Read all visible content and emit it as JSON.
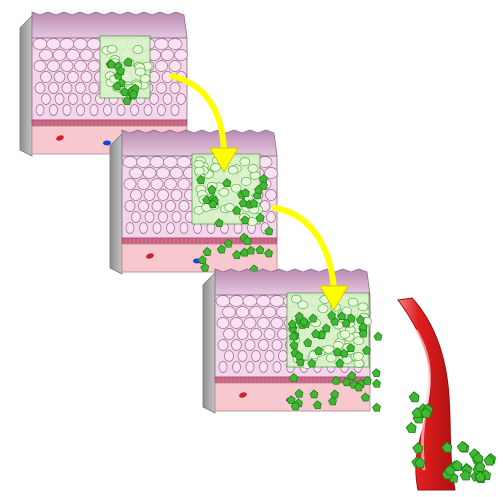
{
  "figure": {
    "stages": [
      {
        "id": "stage-1",
        "tumor_extent": "epithelium"
      },
      {
        "id": "stage-2",
        "tumor_extent": "basement-membrane"
      },
      {
        "id": "stage-3",
        "tumor_extent": "blood-vessel"
      }
    ],
    "arrows": [
      {
        "from": "stage-1",
        "to": "stage-2"
      },
      {
        "from": "stage-2",
        "to": "stage-3"
      }
    ],
    "colors": {
      "epithelium_top": "#c9a0c0",
      "epithelium_side": "#9a9a9a",
      "cell_fill": "#f4d6ea",
      "cell_stroke": "#9b6a8e",
      "tumor_light": "#d8f5c8",
      "tumor_dark": "#3fb832",
      "tumor_stroke": "#1e7a18",
      "basement": "#d46a88",
      "connective": "#f7c9cf",
      "arrow": "#ffff00",
      "vessel": "#e8302a",
      "red_cell": "#d0202a",
      "blue_cell": "#2040d0"
    }
  }
}
